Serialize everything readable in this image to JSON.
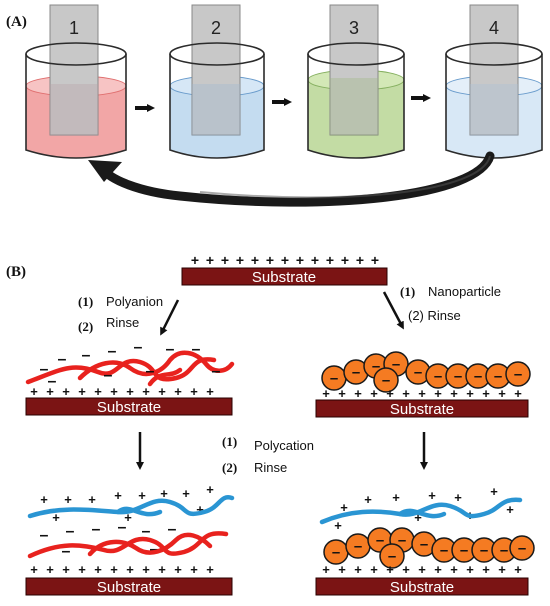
{
  "panel_a": {
    "label": "(A)",
    "beakers": [
      {
        "label": "1",
        "liquid": "#f2a6a6",
        "liquid_edge": "#e07070"
      },
      {
        "label": "2",
        "liquid": "#c4dcf0",
        "liquid_edge": "#6a9ccc"
      },
      {
        "label": "3",
        "liquid": "#c3dca4",
        "liquid_edge": "#86b060"
      },
      {
        "label": "4",
        "liquid": "#d8e8f6",
        "liquid_edge": "#6a9ccc"
      }
    ]
  },
  "panel_b": {
    "label": "(B)",
    "substrate_label": "Substrate",
    "steps": {
      "polyanion_1": "(1)",
      "polyanion_text": "Polyanion",
      "polyanion_2": "(2)",
      "polyanion_rinse": "Rinse",
      "nanoparticle_1": "(1)",
      "nanoparticle_text": "Nanoparticle",
      "nanoparticle_2": "(2) Rinse",
      "polycation_1": "(1)",
      "polycation_text": "Polycation",
      "polycation_2": "(2)",
      "polycation_rinse": "Rinse"
    }
  },
  "colors": {
    "substrate": "#7b1414",
    "polyanion": "#e8221e",
    "polycation": "#2a95d3",
    "nanoparticle": "#f57b22",
    "glass": "#2b2b2b",
    "slide": "#c8c8c8"
  }
}
